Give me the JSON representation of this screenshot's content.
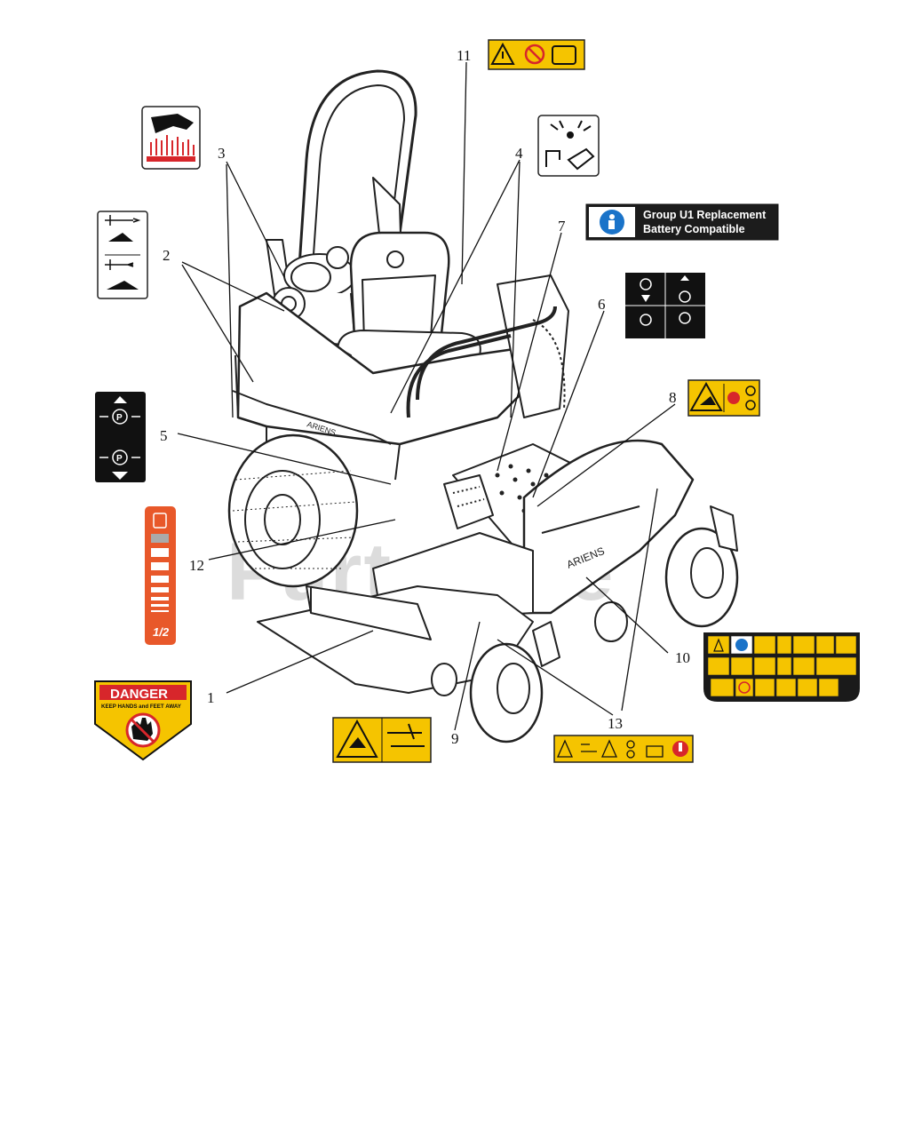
{
  "callouts": {
    "c1": "1",
    "c2": "2",
    "c3": "3",
    "c4": "4",
    "c5": "5",
    "c6": "6",
    "c7": "7",
    "c8": "8",
    "c9": "9",
    "c10": "10",
    "c11": "11",
    "c12": "12",
    "c13": "13"
  },
  "decals": {
    "battery_line1": "Group U1 Replacement",
    "battery_line2": "Battery Compatible",
    "danger_title": "DANGER",
    "danger_text": "KEEP HANDS and FEET AWAY",
    "fuel_half": "1/2",
    "brand": "ARIENS"
  },
  "watermark": "PartsTree",
  "colors": {
    "decal_yellow": "#f5c400",
    "battery_dark": "#1c1c1c",
    "fuel_orange": "#e8582a",
    "danger_red": "#d7262b",
    "watermark": "#d9d9d9"
  }
}
